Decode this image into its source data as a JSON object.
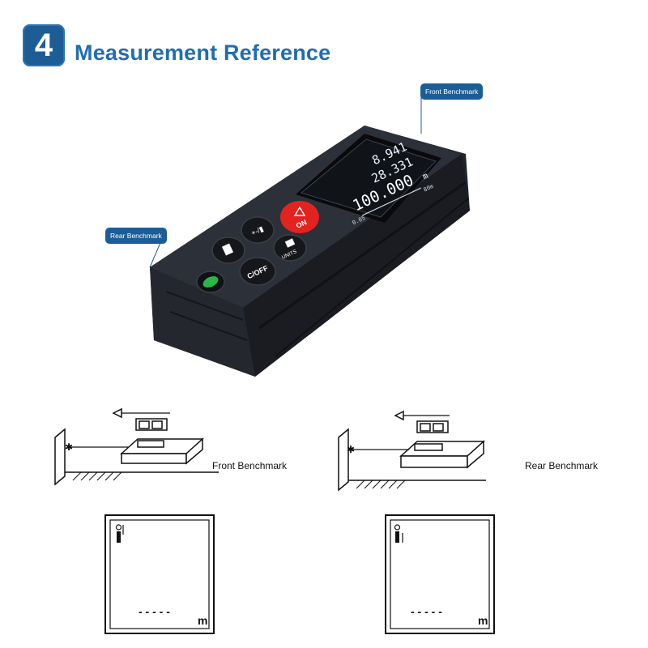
{
  "header": {
    "step_number": "4",
    "title": "Measurement Reference"
  },
  "callouts": {
    "front": "Front Benchmark",
    "rear": "Rear Benchmark"
  },
  "device": {
    "display": {
      "line1": "8.941",
      "line2": "28.331",
      "line3": "100.000",
      "unit": "m",
      "range_min": "0.05",
      "range_max": "80m"
    },
    "buttons": {
      "power": "ON",
      "units": "UNITS",
      "clear": "C/OFF"
    }
  },
  "diagrams": {
    "front_caption": "Front Benchmark",
    "rear_caption": "Rear Benchmark",
    "screen_dashes": "- - - - -",
    "screen_unit": "m"
  },
  "colors": {
    "brand_blue": "#1d5d95",
    "title_blue": "#1f6db2",
    "power_red": "#e32320",
    "level_green": "#2bb64a"
  }
}
